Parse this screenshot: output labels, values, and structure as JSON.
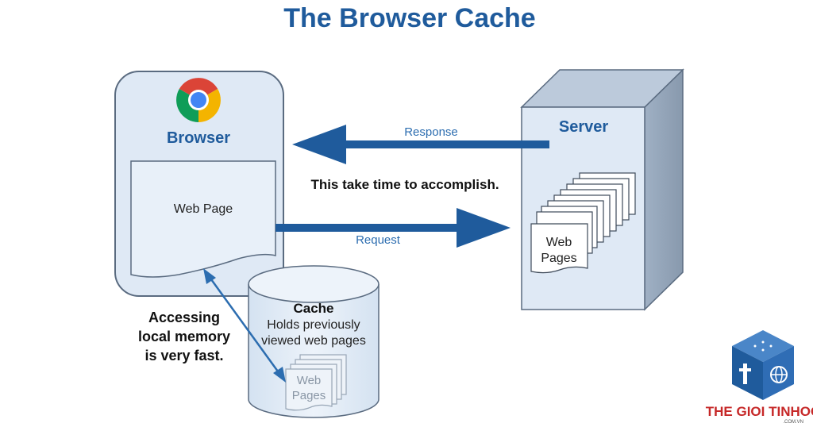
{
  "title": "The Browser Cache",
  "browser": {
    "label": "Browser",
    "web_page_label": "Web Page"
  },
  "server": {
    "label": "Server",
    "pages_line1": "Web",
    "pages_line2": "Pages"
  },
  "arrows": {
    "response_label": "Response",
    "request_label": "Request",
    "timing_note": "This take time to accomplish."
  },
  "cache": {
    "title": "Cache",
    "desc_line1": "Holds previously",
    "desc_line2": "viewed web pages",
    "pages_line1": "Web",
    "pages_line2": "Pages"
  },
  "memory_note": {
    "line1": "Accessing",
    "line2": "local memory",
    "line3": "is very fast."
  },
  "logo": {
    "brand": "THE GIOI TINHOC",
    "sub": ".COM.VN"
  },
  "icons": [
    "chrome-icon",
    "logo-cube-icon"
  ],
  "colors": {
    "title": "#1f5b9c",
    "arrow": "#1f5b9c",
    "panel_fill": "#dfe9f5",
    "panel_stroke": "#5a6b80",
    "logo_red": "#c62828"
  }
}
